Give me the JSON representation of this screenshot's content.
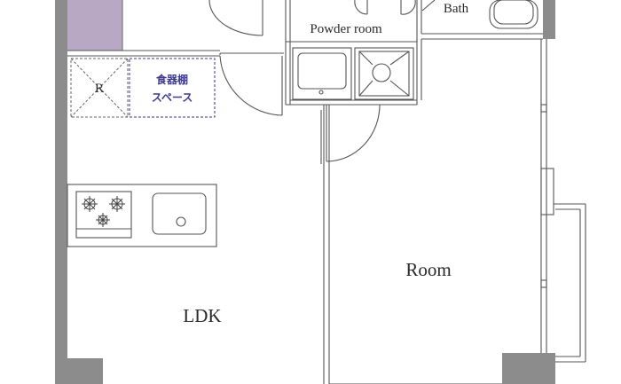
{
  "rooms": {
    "powder": "Powder room",
    "bath": "Bath",
    "room": "Room",
    "ldk": "LDK"
  },
  "fridge": {
    "label": "R"
  },
  "cupboard": {
    "line1": "食器棚",
    "line2": "スペース"
  },
  "colors": {
    "wall": "#8c8c8c",
    "line": "#555555",
    "storage_tint": "#b9a8c4",
    "cupboard_text": "#3e3a8c"
  }
}
